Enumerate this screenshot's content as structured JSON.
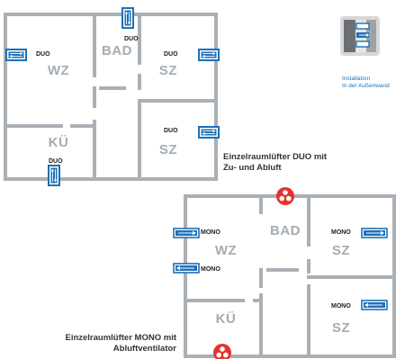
{
  "colors": {
    "wall": "#a9b0b6",
    "room_label": "#a4acb3",
    "device_blue": "#1e6fb6",
    "arrow_white": "#ffffff",
    "fan_red": "#e3342f",
    "caption_text": "#333333",
    "install_text": "#1d74b8"
  },
  "duo_plan": {
    "rooms": {
      "wz": "WZ",
      "bad": "BAD",
      "sz_top": "SZ",
      "sz_bottom": "SZ",
      "kue": "KÜ"
    },
    "device_tags": {
      "wz": "DUO",
      "bad": "DUO",
      "sz_top": "DUO",
      "sz_bottom": "DUO",
      "kue": "DUO"
    },
    "caption": [
      "Einzelraumlüfter DUO mit",
      "Zu- und Abluft"
    ]
  },
  "mono_plan": {
    "rooms": {
      "wz": "WZ",
      "bad": "BAD",
      "sz_top": "SZ",
      "sz_bottom": "SZ",
      "kue": "KÜ"
    },
    "device_tags": {
      "wz_upper": "MONO",
      "wz_lower": "MONO",
      "sz_top": "MONO",
      "sz_bottom": "MONO"
    },
    "caption": [
      "Einzelraumlüfter MONO mit",
      "Abluftventilator"
    ]
  },
  "installation": {
    "icon": "wall-installation-icon",
    "lines": [
      "Installation",
      "In der Außenwand"
    ]
  }
}
